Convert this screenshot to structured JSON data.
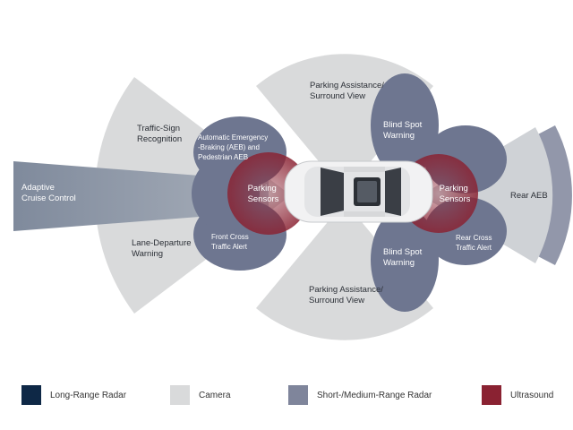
{
  "colors": {
    "long_range_radar": "#0e2846",
    "camera": "#d9dadb",
    "short_medium_radar": "#7f859b",
    "ultrasound": "#8a2232"
  },
  "labels": {
    "adaptive_cruise": [
      "Adaptive",
      "Cruise Control"
    ],
    "traffic_sign": [
      "Traffic-Sign",
      "Recognition"
    ],
    "lane_departure": [
      "Lane-Departure",
      "Warning"
    ],
    "aeb": [
      "Automatic Emergency",
      "-Braking (AEB) and",
      "Pedestrian AEB"
    ],
    "front_cross": [
      "Front Cross",
      "Traffic Alert"
    ],
    "parking_front": [
      "Parking",
      "Sensors"
    ],
    "parking_rear": [
      "Parking",
      "Sensors"
    ],
    "parking_assist_top": [
      "Parking Assistance/",
      "Surround View"
    ],
    "parking_assist_bottom": [
      "Parking Assistance/",
      "Surround View"
    ],
    "blind_spot_top": [
      "Blind Spot",
      "Warning"
    ],
    "blind_spot_bottom": [
      "Blind Spot",
      "Warning"
    ],
    "rear_cross": [
      "Rear Cross",
      "Traffic Alert"
    ],
    "rear_aeb": "Rear AEB"
  },
  "legend": [
    {
      "label": "Long-Range Radar",
      "color": "#0e2846"
    },
    {
      "label": "Camera",
      "color": "#d9dadb"
    },
    {
      "label": "Short-/Medium-Range Radar",
      "color": "#7f859b"
    },
    {
      "label": "Ultrasound",
      "color": "#8a2232"
    }
  ]
}
